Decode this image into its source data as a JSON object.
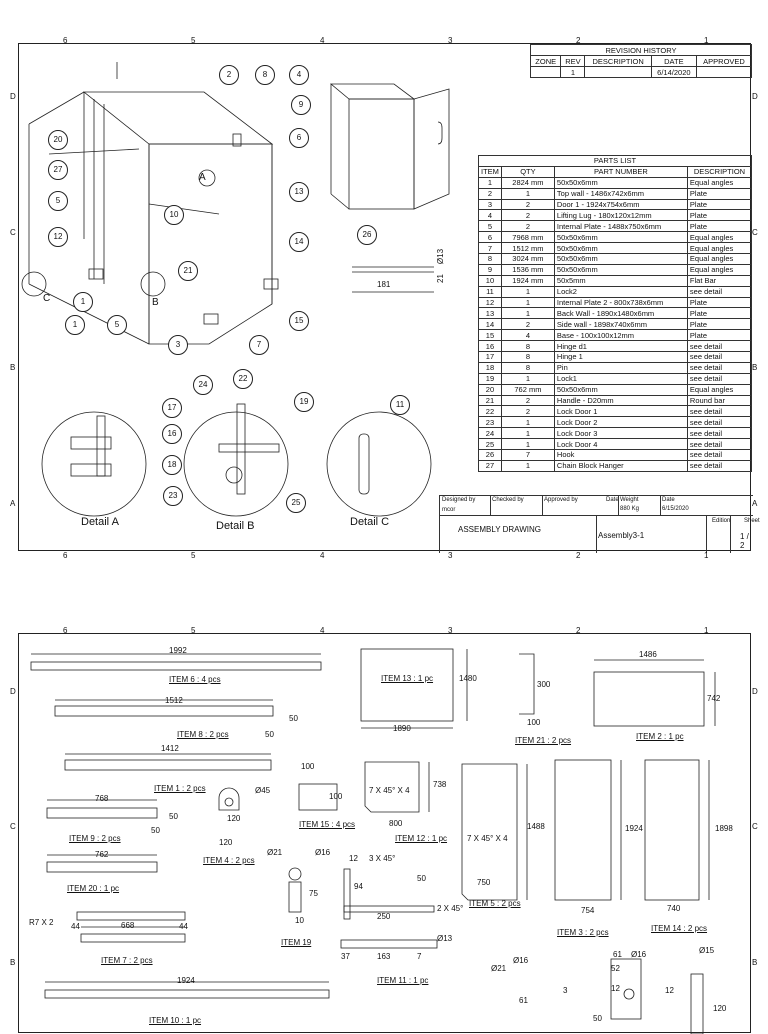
{
  "zones": {
    "columns": [
      "6",
      "5",
      "4",
      "3",
      "2",
      "1"
    ],
    "rows": [
      "D",
      "C",
      "B",
      "A"
    ]
  },
  "revision_history": {
    "title": "REVISION HISTORY",
    "headers": [
      "ZONE",
      "REV",
      "DESCRIPTION",
      "DATE",
      "APPROVED"
    ],
    "row": [
      "",
      "1",
      "",
      "6/14/2020",
      ""
    ]
  },
  "parts_list": {
    "title": "PARTS LIST",
    "headers": [
      "ITEM",
      "QTY",
      "PART NUMBER",
      "DESCRIPTION"
    ],
    "rows": [
      [
        "1",
        "2824 mm",
        "50x50x6mm",
        "Equal angles"
      ],
      [
        "2",
        "1",
        "Top wall - 1486x742x6mm",
        "Plate"
      ],
      [
        "3",
        "2",
        "Door 1 - 1924x754x6mm",
        "Plate"
      ],
      [
        "4",
        "2",
        "Lifting Lug - 180x120x12mm",
        "Plate"
      ],
      [
        "5",
        "2",
        "Internal Plate - 1488x750x6mm",
        "Plate"
      ],
      [
        "6",
        "7968 mm",
        "50x50x6mm",
        "Equal angles"
      ],
      [
        "7",
        "1512 mm",
        "50x50x6mm",
        "Equal angles"
      ],
      [
        "8",
        "3024 mm",
        "50x50x6mm",
        "Equal angles"
      ],
      [
        "9",
        "1536 mm",
        "50x50x6mm",
        "Equal angles"
      ],
      [
        "10",
        "1924 mm",
        "50x5mm",
        "Flat Bar"
      ],
      [
        "11",
        "1",
        "Lock2",
        "see detail"
      ],
      [
        "12",
        "1",
        "Internal Plate 2 - 800x738x6mm",
        "Plate"
      ],
      [
        "13",
        "1",
        "Back Wall - 1890x1480x6mm",
        "Plate"
      ],
      [
        "14",
        "2",
        "Side wall - 1898x740x6mm",
        "Plate"
      ],
      [
        "15",
        "4",
        "Base - 100x100x12mm",
        "Plate"
      ],
      [
        "16",
        "8",
        "Hinge d1",
        "see detail"
      ],
      [
        "17",
        "8",
        "Hinge 1",
        "see detail"
      ],
      [
        "18",
        "8",
        "Pin",
        "see detail"
      ],
      [
        "19",
        "1",
        "Lock1",
        "see detail"
      ],
      [
        "20",
        "762 mm",
        "50x50x6mm",
        "Equal angles"
      ],
      [
        "21",
        "2",
        "Handle - D20mm",
        "Round bar"
      ],
      [
        "22",
        "2",
        "Lock Door 1",
        "see detail"
      ],
      [
        "23",
        "1",
        "Lock Door 2",
        "see detail"
      ],
      [
        "24",
        "1",
        "Lock Door 3",
        "see detail"
      ],
      [
        "25",
        "1",
        "Lock Door 4",
        "see detail"
      ],
      [
        "26",
        "7",
        "Hook",
        "see detail"
      ],
      [
        "27",
        "1",
        "Chain Block Hanger",
        "see detail"
      ]
    ]
  },
  "title_block": {
    "designed_by_label": "Designed by",
    "designed_by": "mcor",
    "checked_by_label": "Checked by",
    "approved_by_label": "Approved by",
    "date_label": "Date",
    "weight_label": "Weight",
    "weight": "880 Kg",
    "date2_label": "Date",
    "date2": "6/15/2020",
    "title": "ASSEMBLY DRAWING",
    "file": "Assembly3-1",
    "edition_label": "Edition",
    "sheet_label": "Sheet",
    "sheet": "1 / 2"
  },
  "sheet1": {
    "details": [
      "Detail A",
      "Detail B",
      "Detail C"
    ],
    "view_letters": [
      "A",
      "B",
      "C"
    ],
    "balloons": [
      "1",
      "2",
      "3",
      "4",
      "5",
      "6",
      "7",
      "8",
      "9",
      "10",
      "11",
      "12",
      "13",
      "14",
      "15",
      "16",
      "17",
      "18",
      "19",
      "20",
      "21",
      "22",
      "23",
      "24",
      "25",
      "26",
      "27",
      "5",
      "1"
    ],
    "hook_dims": [
      "181",
      "21",
      "Ø13"
    ]
  },
  "sheet2": {
    "items": [
      {
        "label": "ITEM 6 : 4 pcs",
        "dims": [
          "1992"
        ]
      },
      {
        "label": "ITEM 8 : 2 pcs",
        "dims": [
          "1512",
          "50",
          "50"
        ]
      },
      {
        "label": "ITEM 1 : 2 pcs",
        "dims": [
          "1412"
        ]
      },
      {
        "label": "ITEM 9 : 2 pcs",
        "dims": [
          "768",
          "50",
          "50"
        ]
      },
      {
        "label": "ITEM 20 : 1 pc",
        "dims": [
          "762"
        ]
      },
      {
        "label": "ITEM 7 : 2 pcs",
        "dims": [
          "668",
          "44",
          "44",
          "R7 X 2"
        ]
      },
      {
        "label": "ITEM 10 : 1 pc",
        "dims": [
          "1924"
        ]
      },
      {
        "label": "ITEM 13 : 1 pc",
        "dims": [
          "1480",
          "1890"
        ]
      },
      {
        "label": "ITEM 21 : 2 pcs",
        "dims": [
          "300",
          "100"
        ]
      },
      {
        "label": "ITEM 2 : 1 pc",
        "dims": [
          "1486",
          "742"
        ]
      },
      {
        "label": "ITEM 4 : 2 pcs",
        "dims": [
          "Ø45",
          "120",
          "120"
        ]
      },
      {
        "label": "ITEM 15 : 4 pcs",
        "dims": [
          "100",
          "100"
        ]
      },
      {
        "label": "ITEM 12 : 1 pc",
        "dims": [
          "7 X 45° X 4",
          "738",
          "800"
        ]
      },
      {
        "label": "ITEM 5 : 2 pcs",
        "dims": [
          "7 X 45° X 4",
          "1488",
          "750"
        ]
      },
      {
        "label": "ITEM 3 : 2 pcs",
        "dims": [
          "1924",
          "754"
        ]
      },
      {
        "label": "ITEM 14 : 2 pcs",
        "dims": [
          "1898",
          "740"
        ]
      },
      {
        "label": "ITEM 19",
        "dims": [
          "Ø21",
          "Ø16",
          "75",
          "10"
        ]
      },
      {
        "label": "ITEM 11 : 1 pc",
        "dims": [
          "12",
          "3 X 45°",
          "94",
          "50",
          "250",
          "2 X 45°",
          "Ø13",
          "37",
          "163",
          "7"
        ]
      }
    ],
    "extra_dims": [
      "Ø21",
      "Ø16",
      "61",
      "3",
      "61",
      "52",
      "Ø16",
      "12",
      "12",
      "Ø15",
      "120",
      "50"
    ]
  }
}
